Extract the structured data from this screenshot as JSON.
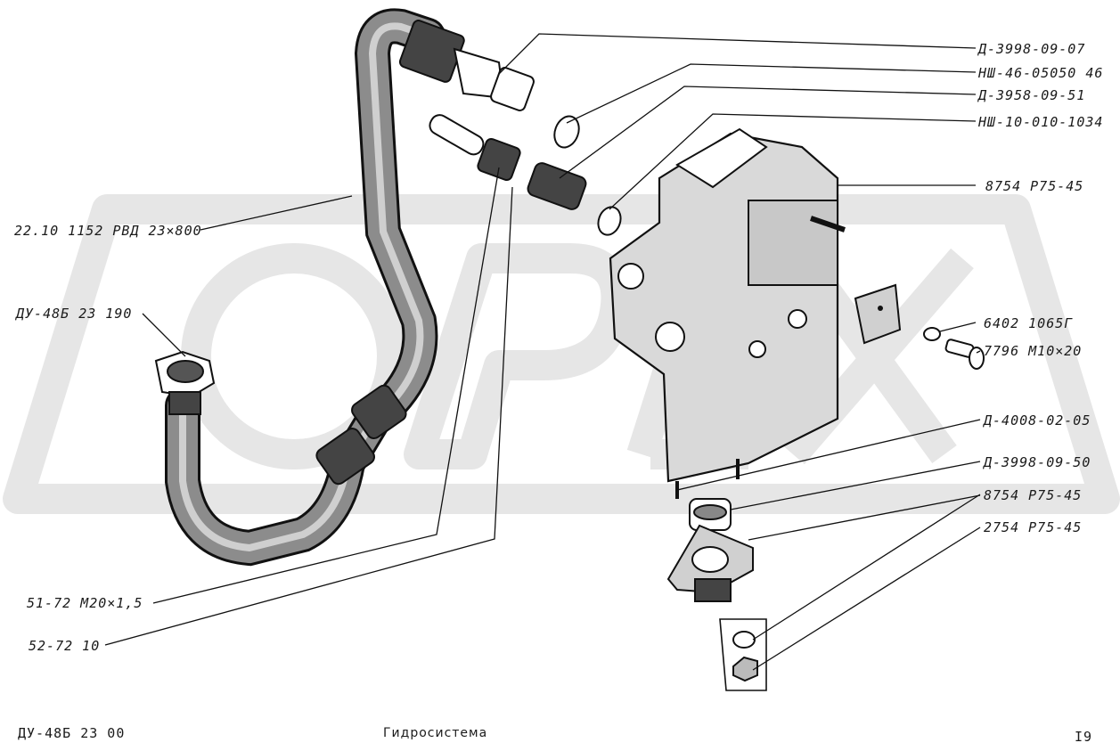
{
  "diagram": {
    "labels_right": [
      "Д-3998-09-07",
      "НШ-46-05050 46",
      "Д-3958-09-51",
      "НШ-10-010-1034",
      "8754 Р75-45",
      "6402 1065Г",
      "7796 М10×20",
      "Д-4008-02-05",
      "Д-3998-09-50",
      "8754 Р75-45",
      "2754 Р75-45"
    ],
    "labels_left": [
      "22.10 1152 РВД 23×800",
      "ДУ-48Б 23 190",
      "51-72 М20×1,5",
      "52-72 10"
    ],
    "watermark": "OPEX"
  },
  "footer": {
    "code": "ДУ-48Б 23 00",
    "title": "Гидросистема",
    "page": "I9"
  }
}
